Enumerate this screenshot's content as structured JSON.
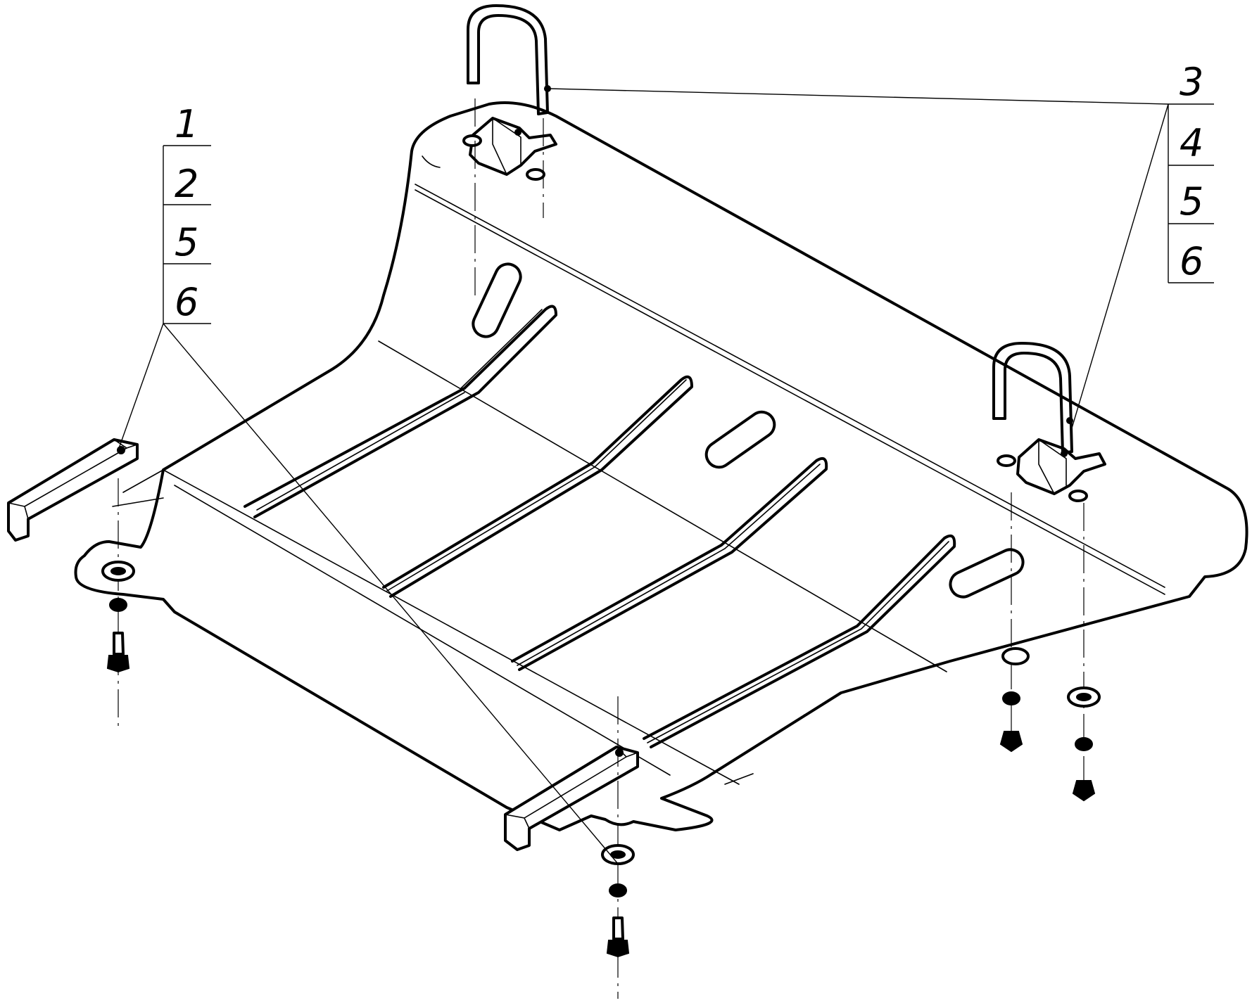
{
  "callouts": {
    "left": [
      "1",
      "2",
      "5",
      "6"
    ],
    "right_top": "3",
    "right": [
      "4",
      "5",
      "6"
    ]
  }
}
